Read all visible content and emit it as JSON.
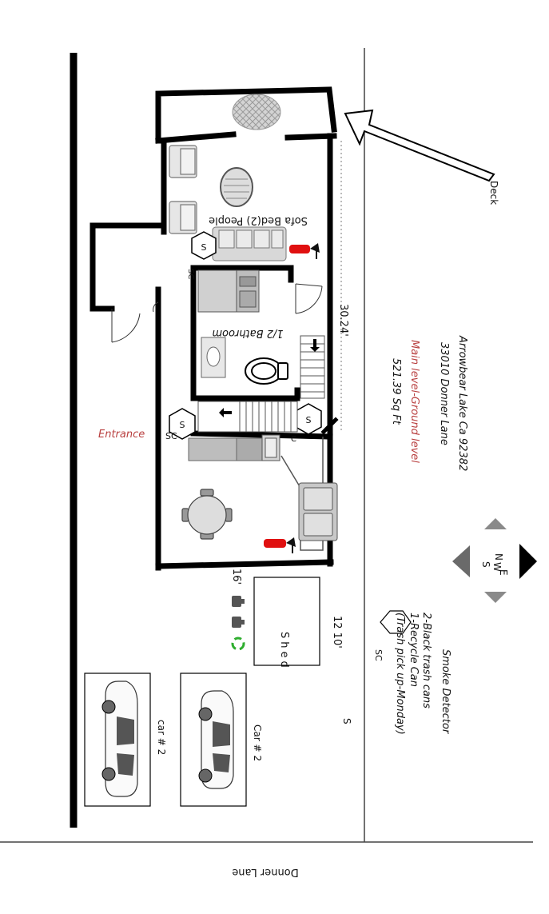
{
  "labels": {
    "deck": "Deck",
    "sofa_bed": "Sofa Bed(2) People",
    "bathroom": "1/2 Bathroom",
    "dim_length": "30.24'",
    "dim_width": "16'",
    "entrance": "Entrance",
    "shed": "Shed",
    "shed_dims": "12 10'",
    "street": "Donner Lane",
    "south_marker": "S",
    "car_1": "car # 2",
    "car_2": "Car # 2"
  },
  "address": {
    "line1": "Arrowbear Lake Ca 92382",
    "line2": "33010 Donner Lane",
    "level": "Main level-Ground level",
    "area": "521.39 Sq Ft"
  },
  "legend": {
    "smoke_detector": "Smoke Detector",
    "black_cans": "2-Black trash cans",
    "recycle_can": "1-Recycle Can",
    "pickup": "(Trash pick up-Monday)"
  },
  "markers": {
    "smoke_symbol": "S",
    "smoke_combo": "SC",
    "smoke_combo_short": "C"
  },
  "compass": {
    "n": "N",
    "w": "W",
    "e": "E",
    "s": "S"
  },
  "colors": {
    "wall": "#000000",
    "accent_text": "#b94040",
    "extinguisher": "#e01010",
    "recycle": "#2fae2f",
    "appliance": "#8a8a8a",
    "rug": "#c8c8c8"
  }
}
